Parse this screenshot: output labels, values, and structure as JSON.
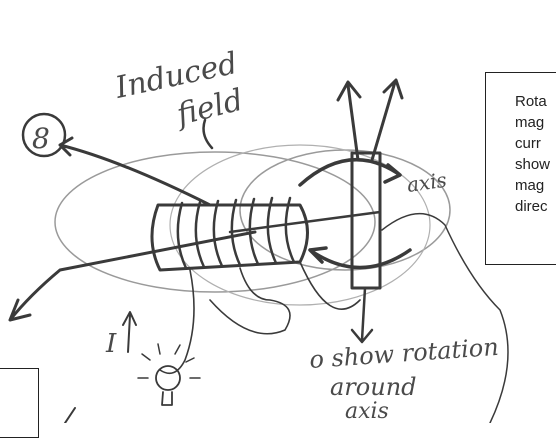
{
  "labels": {
    "induced_field": [
      "Induced",
      "field"
    ],
    "axis": "axis",
    "current": "I",
    "rotation_note": [
      "o show rotation",
      "around",
      "axis"
    ],
    "field_loop_number": "8"
  },
  "callout": {
    "lines": [
      "Rota",
      "mag",
      "curr",
      "show",
      "mag",
      "direc"
    ]
  },
  "colors": {
    "ink": "#3a3a3a",
    "border": "#222222"
  }
}
